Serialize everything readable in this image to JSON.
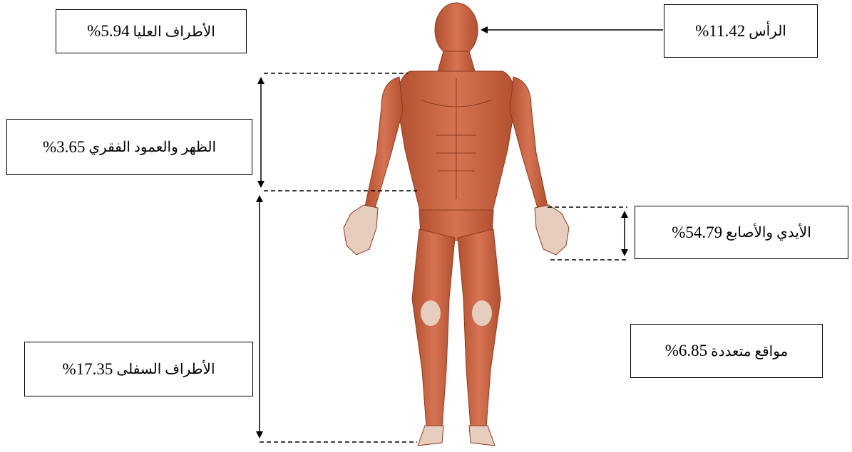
{
  "labels": {
    "upper_limbs": {
      "name": "الأطراف العليا",
      "value": "%5.94"
    },
    "head": {
      "name": "الرأس",
      "value": "%11.42"
    },
    "back_spine": {
      "name": "الظهر والعمود الفقري",
      "value": "%3.65"
    },
    "hands_fingers": {
      "name": "الأيدي والأصابع",
      "value": "%54.79"
    },
    "multiple_sites": {
      "name": "مواقع متعددة",
      "value": "%6.85"
    },
    "lower_limbs": {
      "name": "الأطراف السفلى",
      "value": "%17.35"
    }
  },
  "colors": {
    "muscle": "#c8623f",
    "muscle_dark": "#9e3f25",
    "tendon": "#e8d6c8",
    "line": "#000000"
  }
}
